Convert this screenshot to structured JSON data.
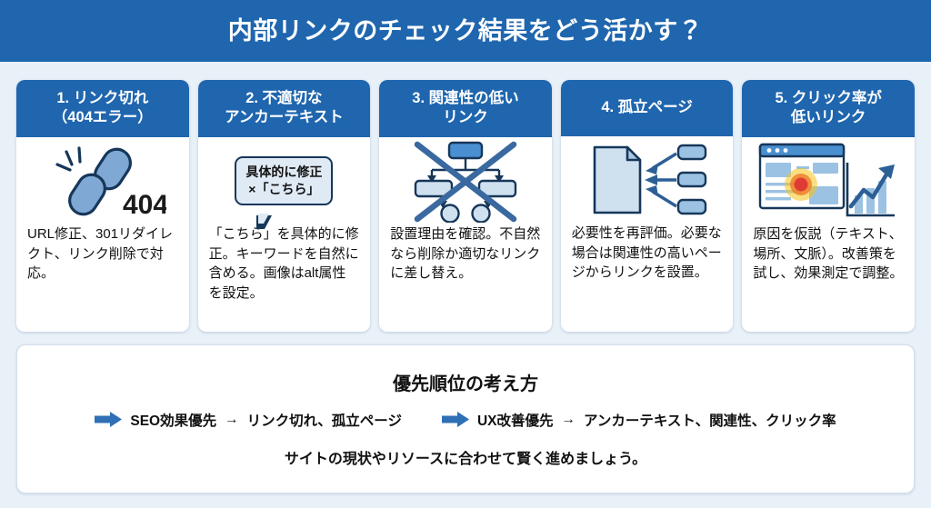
{
  "header": {
    "title": "内部リンクのチェック結果をどう活かす？",
    "bg_color": "#1f66ae"
  },
  "theme": {
    "page_bg": "#e9f1f8",
    "accent_blue": "#1f66ae",
    "icon_blue": "#2f6fb5",
    "icon_light": "#cfe0ef",
    "icon_outline": "#16375a",
    "heat_red": "#e03a34",
    "heat_yellow": "#f5c518"
  },
  "cards": [
    {
      "number": "1.",
      "title_line1": "1. リンク切れ",
      "title_line2": "（404エラー）",
      "icon": "broken-chain-404-icon",
      "icon_label": "404",
      "body": "URL修正、301リダイレクト、リンク削除で対応。"
    },
    {
      "number": "2.",
      "title_line1": "2. 不適切な",
      "title_line2": "アンカーテキスト",
      "icon": "speech-bubble-anchor-text-icon",
      "bubble_line1": "具体的に修正",
      "bubble_line2": "×「こちら」",
      "body": "「こちら」を具体的に修正。キーワードを自然に含める。画像はalt属性を設定。"
    },
    {
      "number": "3.",
      "title_line1": "3. 関連性の低い",
      "title_line2": "リンク",
      "icon": "crossed-out-hierarchy-icon",
      "body": "設置理由を確認。不自然なら削除か適切なリンクに差し替え。"
    },
    {
      "number": "4.",
      "title_line1": "4. 孤立ページ",
      "title_line2": "",
      "icon": "orphan-page-inbound-links-icon",
      "body": "必要性を再評価。必要な場合は関連性の高いページからリンクを設置。"
    },
    {
      "number": "5.",
      "title_line1": "5. クリック率が",
      "title_line2": "低いリンク",
      "icon": "heatmap-growth-chart-icon",
      "body": "原因を仮説（テキスト、場所、文脈）。改善策を試し、効果測定で調整。"
    }
  ],
  "summary": {
    "title": "優先順位の考え方",
    "items": [
      {
        "label": "SEO効果優先",
        "arrow": "→",
        "detail": "リンク切れ、孤立ページ"
      },
      {
        "label": "UX改善優先",
        "arrow": "→",
        "detail": "アンカーテキスト、関連性、クリック率"
      }
    ],
    "note": "サイトの現状やリソースに合わせて賢く進めましょう。"
  }
}
